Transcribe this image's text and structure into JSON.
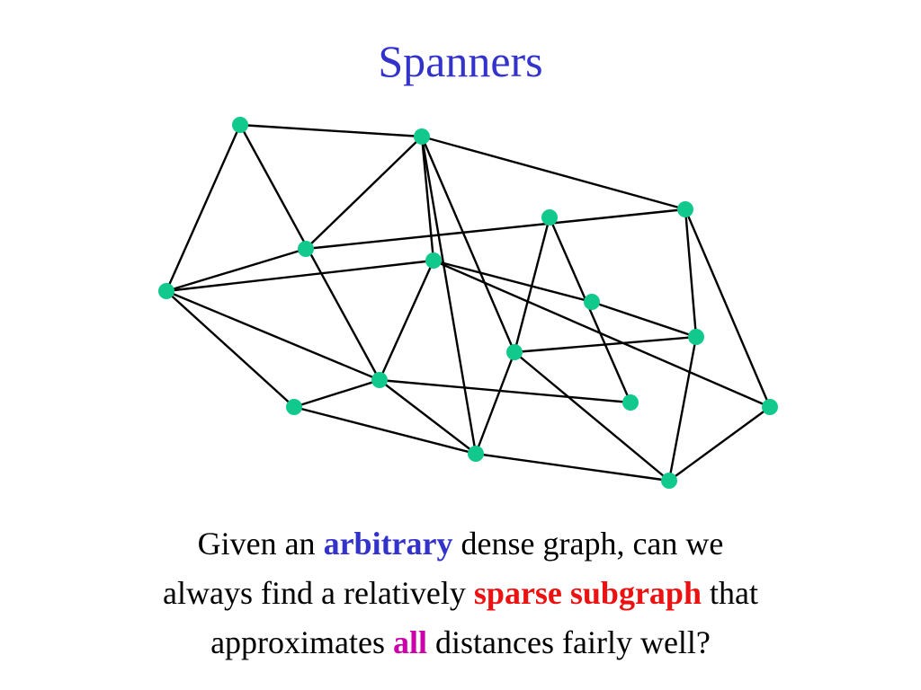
{
  "title": "Spanners",
  "colors": {
    "title": "#3333cc",
    "node": "#11c98c",
    "edge": "#000000",
    "arbitrary": "#3333cc",
    "sparse_subgraph": "#ee1111",
    "all": "#cc00aa"
  },
  "caption": {
    "line1": {
      "before": "Given an ",
      "emphasis": "arbitrary",
      "after": " dense graph, can we"
    },
    "line2": {
      "before": "always find a relatively ",
      "emphasis": "sparse subgraph",
      "after": " that"
    },
    "line3": {
      "before": "approximates ",
      "emphasis": "all",
      "after": " distances fairly well?"
    }
  }
}
